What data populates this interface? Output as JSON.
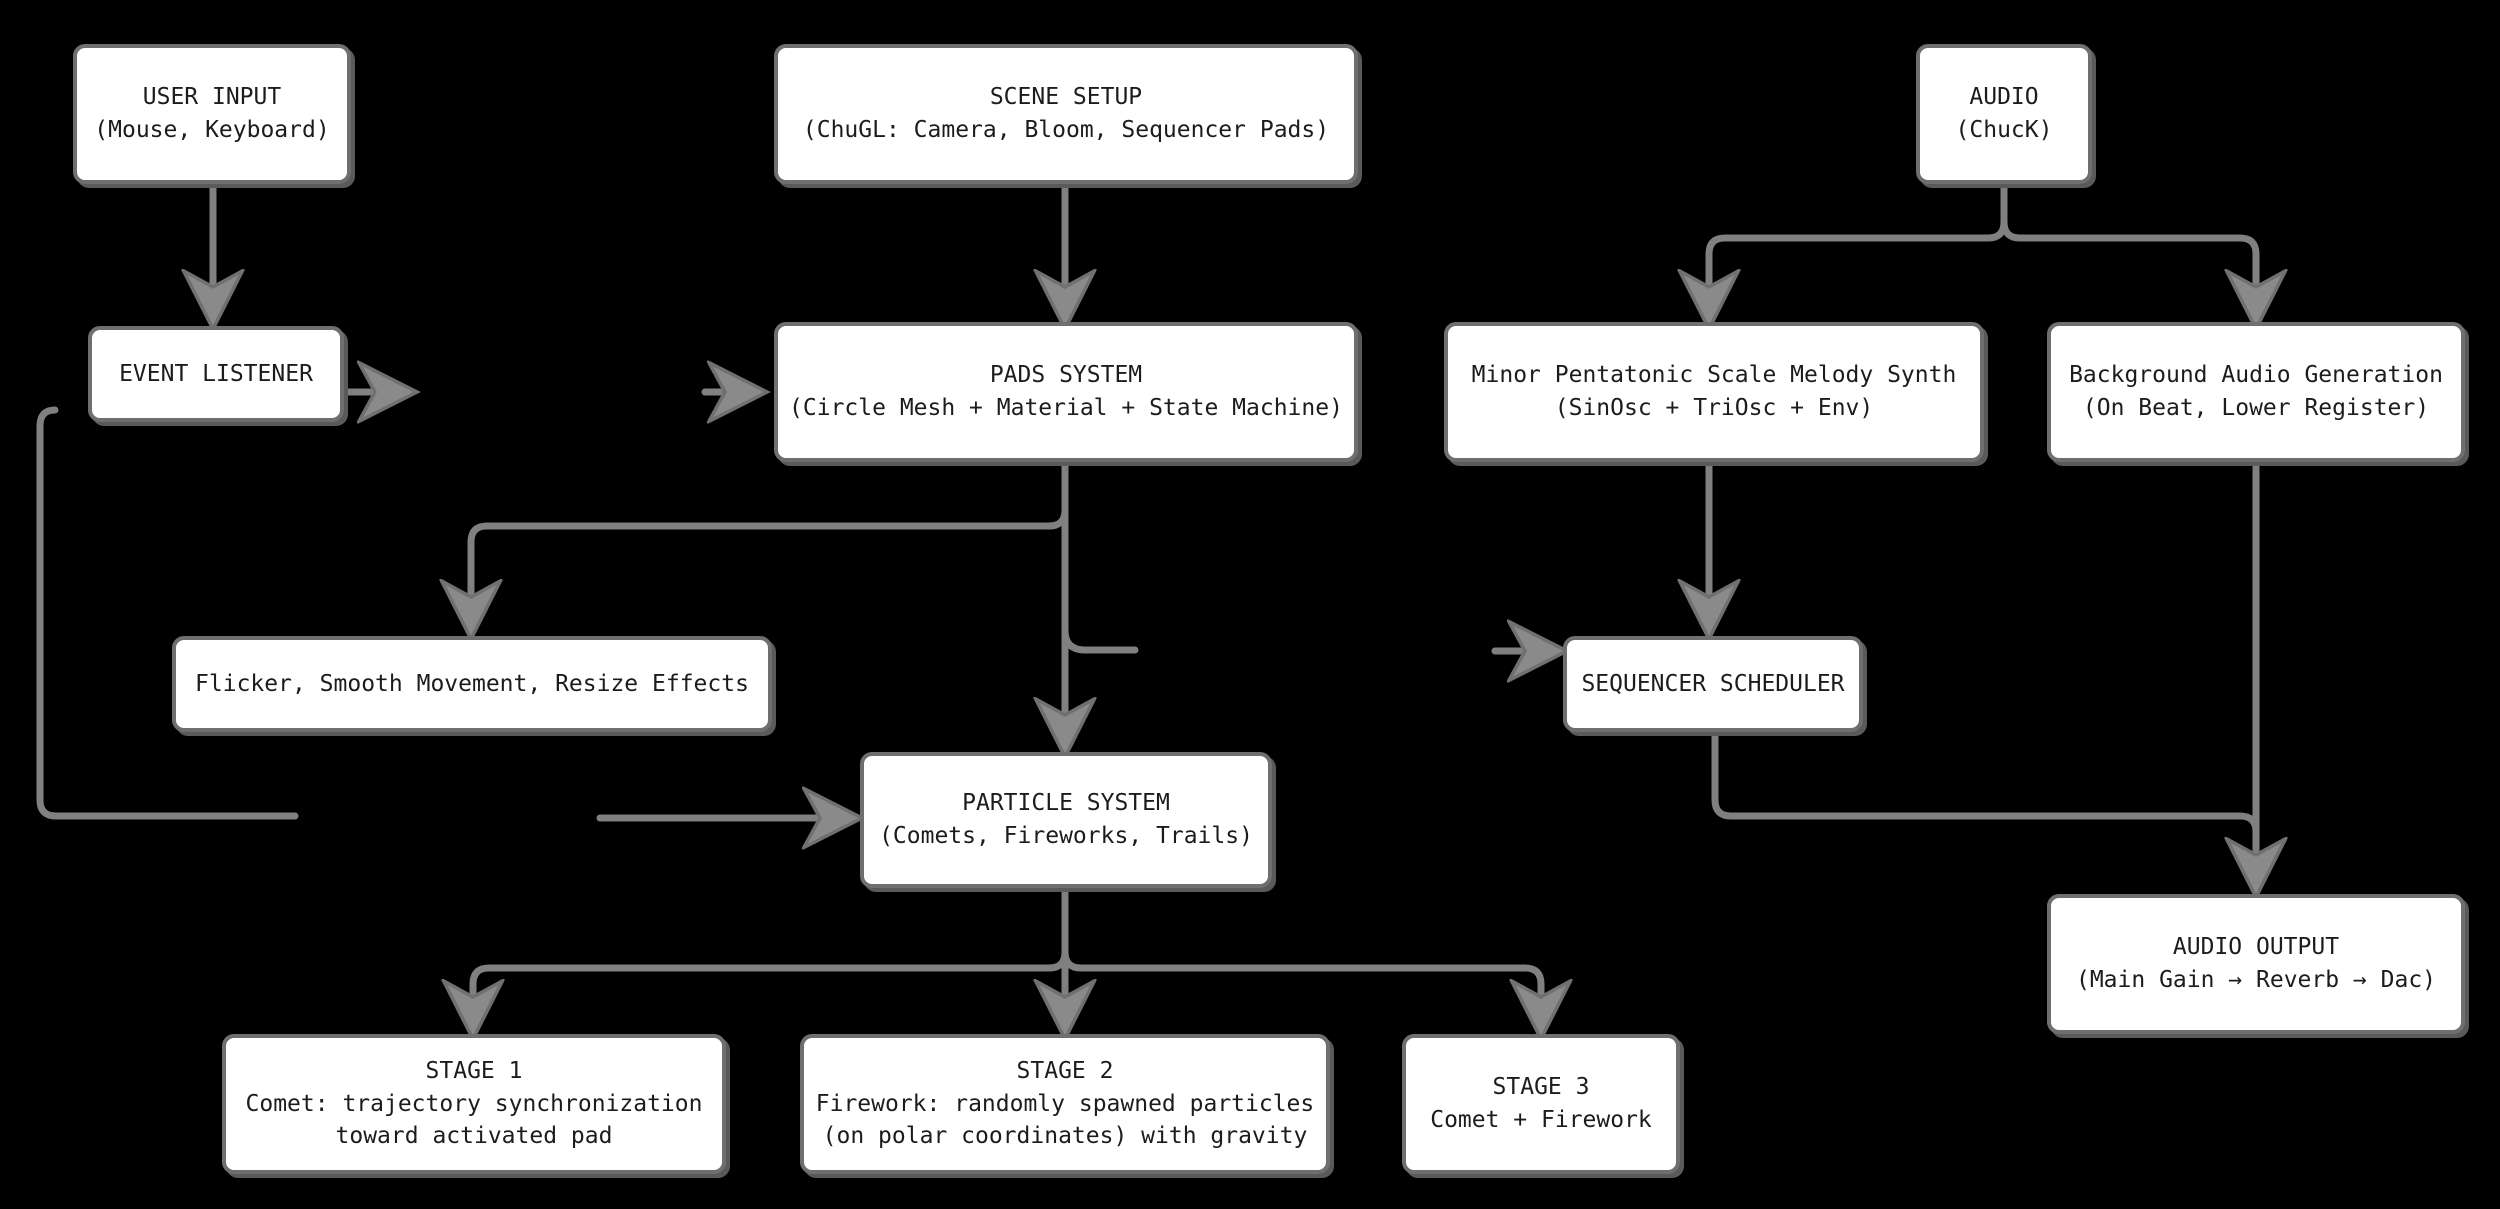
{
  "diagram": {
    "title": "ChucK / ChuGL Sequencer Architecture Flowchart",
    "background_color": "#000000",
    "node_fill": "#ffffff",
    "node_border": "#6f6f6f",
    "text_color": "#1c1c1c",
    "edge_color": "#808080"
  },
  "nodes": {
    "user_input": {
      "line1": "USER INPUT",
      "line2": "(Mouse, Keyboard)"
    },
    "scene_setup": {
      "line1": "SCENE SETUP",
      "line2": "(ChuGL: Camera, Bloom, Sequencer Pads)"
    },
    "audio": {
      "line1": "AUDIO",
      "line2": "(ChucK)"
    },
    "event_listener": {
      "line1": "EVENT LISTENER",
      "line2": ""
    },
    "pads_system": {
      "line1": "PADS SYSTEM",
      "line2": "(Circle Mesh + Material + State Machine)"
    },
    "melody_synth": {
      "line1": "Minor Pentatonic Scale Melody Synth",
      "line2": "(SinOsc + TriOsc + Env)"
    },
    "background_audio": {
      "line1": "Background Audio Generation",
      "line2": "(On Beat, Lower Register)"
    },
    "effects": {
      "line1": "Flicker, Smooth Movement, Resize Effects",
      "line2": ""
    },
    "sequencer_scheduler": {
      "line1": "SEQUENCER SCHEDULER",
      "line2": ""
    },
    "particle_system": {
      "line1": "PARTICLE SYSTEM",
      "line2": "(Comets, Fireworks, Trails)"
    },
    "audio_output": {
      "line1": "AUDIO OUTPUT",
      "line2": "(Main Gain → Reverb → Dac)"
    },
    "stage1": {
      "line1": "STAGE 1",
      "line2": "Comet: trajectory synchronization",
      "line3": "toward activated pad"
    },
    "stage2": {
      "line1": "STAGE 2",
      "line2": "Firework: randomly spawned particles",
      "line3": "(on polar coordinates) with gravity"
    },
    "stage3": {
      "line1": "STAGE 3",
      "line2": "Comet + Firework"
    }
  },
  "edges": [
    {
      "from": "user_input",
      "to": "event_listener"
    },
    {
      "from": "scene_setup",
      "to": "pads_system"
    },
    {
      "from": "audio",
      "to": "melody_synth"
    },
    {
      "from": "audio",
      "to": "background_audio"
    },
    {
      "from": "event_listener",
      "to": "pads_system"
    },
    {
      "from": "event_listener",
      "to": "particle_system"
    },
    {
      "from": "pads_system",
      "to": "effects"
    },
    {
      "from": "pads_system",
      "to": "particle_system"
    },
    {
      "from": "melody_synth",
      "to": "sequencer_scheduler"
    },
    {
      "from": "sequencer_scheduler",
      "to": "audio_output"
    },
    {
      "from": "background_audio",
      "to": "audio_output"
    },
    {
      "from": "particle_system",
      "to": "stage1"
    },
    {
      "from": "particle_system",
      "to": "stage2"
    },
    {
      "from": "particle_system",
      "to": "stage3"
    }
  ]
}
